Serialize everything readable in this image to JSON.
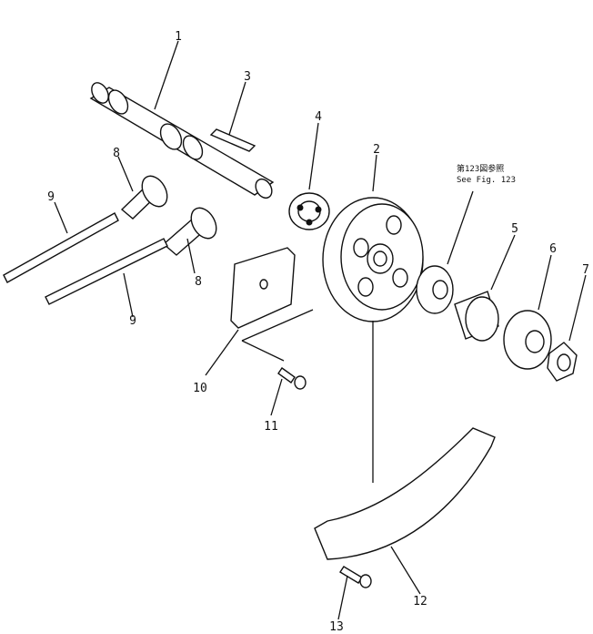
{
  "callouts": {
    "p1": "1",
    "p2": "2",
    "p3": "3",
    "p4": "4",
    "p5": "5",
    "p6": "6",
    "p7": "7",
    "p8a": "8",
    "p8b": "8",
    "p9a": "9",
    "p9b": "9",
    "p10": "10",
    "p11": "11",
    "p12": "12",
    "p13": "13"
  },
  "reference": {
    "line1": "第123図参照",
    "line2": "See Fig. 123"
  }
}
